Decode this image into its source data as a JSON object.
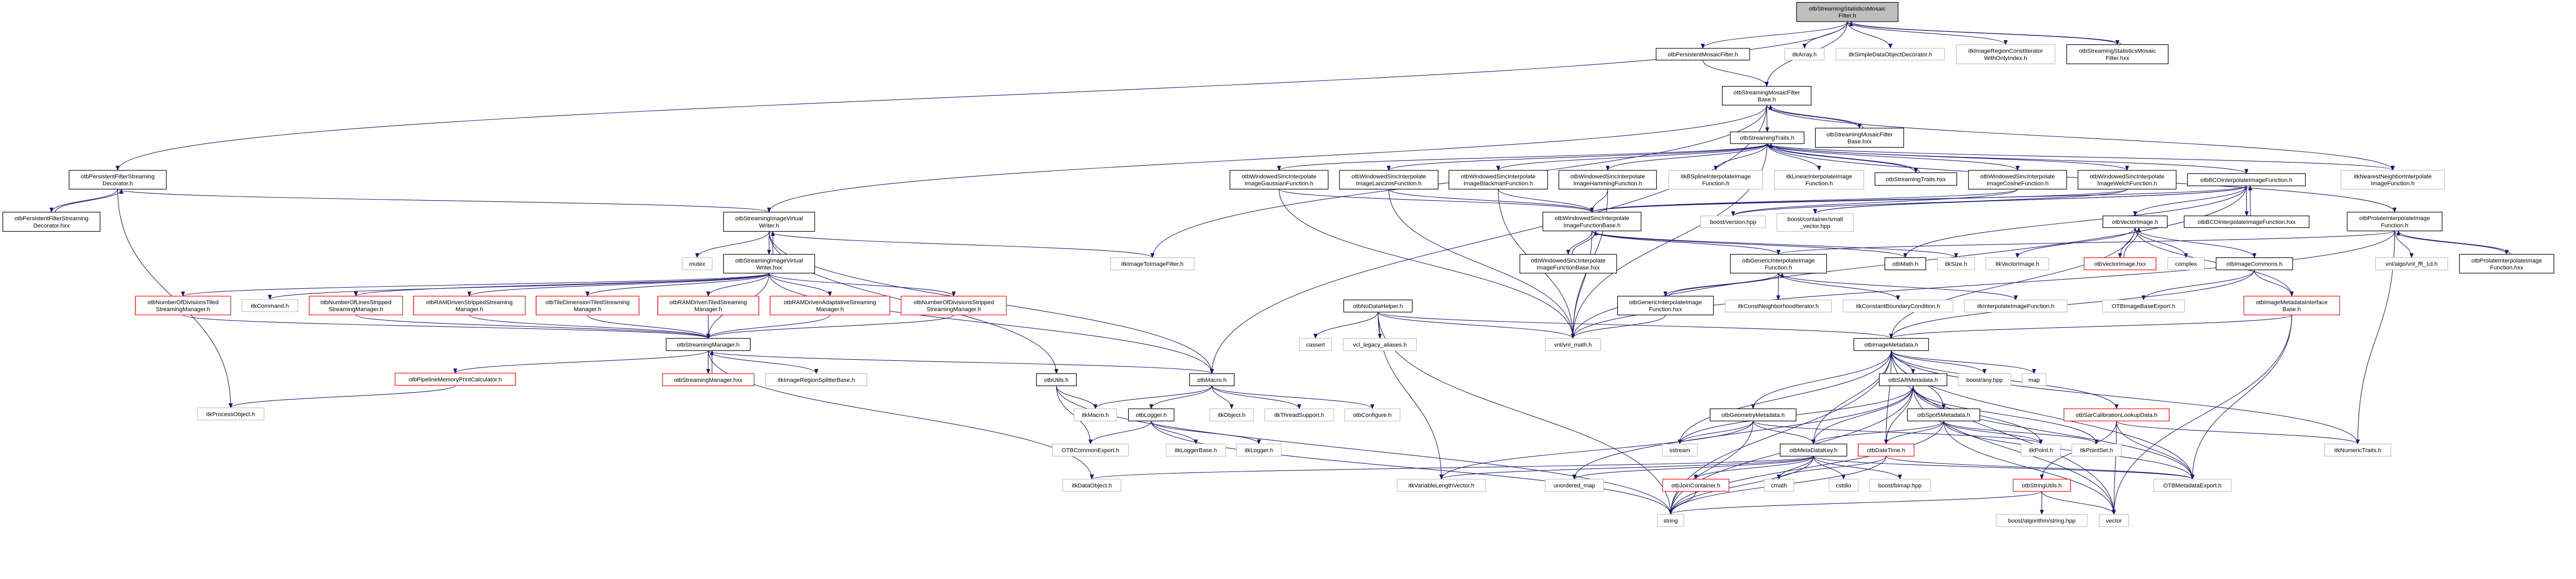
{
  "colors": {
    "edge": "#191970",
    "documented_border": "#000000",
    "external_border": "#bfbfbf",
    "truncated_border": "#ff0000",
    "root_fill": "#bfbfbf",
    "node_fill": "#ffffff"
  },
  "nodes": [
    {
      "id": "root",
      "label": [
        "otbStreamingStatisticsMosaic",
        "Filter.h"
      ],
      "kind": "root"
    },
    {
      "id": "pmf",
      "label": [
        "otbPersistentMosaicFilter.h"
      ],
      "kind": "doc"
    },
    {
      "id": "arr",
      "label": [
        "itkArray.h"
      ],
      "kind": "ext"
    },
    {
      "id": "sdod",
      "label": [
        "itkSimpleDataObjectDecorator.h"
      ],
      "kind": "ext"
    },
    {
      "id": "iter",
      "label": [
        "itkImageRegionConstIterator",
        "WithOnlyIndex.h"
      ],
      "kind": "ext"
    },
    {
      "id": "ssmhxx",
      "label": [
        "otbStreamingStatisticsMosaic",
        "Filter.hxx"
      ],
      "kind": "doc"
    },
    {
      "id": "smfb",
      "label": [
        "otbStreamingMosaicFilter",
        "Base.h"
      ],
      "kind": "doc"
    },
    {
      "id": "smfbx",
      "label": [
        "otbStreamingMosaicFilter",
        "Base.hxx"
      ],
      "kind": "doc"
    },
    {
      "id": "st",
      "label": [
        "otbStreamingTraits.h"
      ],
      "kind": "doc"
    },
    {
      "id": "pfsd",
      "label": [
        "otbPersistentFilterStreaming",
        "Decorator.h"
      ],
      "kind": "doc"
    },
    {
      "id": "pfsdx",
      "label": [
        "otbPersistentFilterStreaming",
        "Decorator.hxx"
      ],
      "kind": "doc"
    },
    {
      "id": "gauss",
      "label": [
        "otbWindowedSincInterpolate",
        "ImageGaussianFunction.h"
      ],
      "kind": "doc"
    },
    {
      "id": "lanczos",
      "label": [
        "otbWindowedSincInterpolate",
        "ImageLanczosFunction.h"
      ],
      "kind": "doc"
    },
    {
      "id": "blackman",
      "label": [
        "otbWindowedSincInterpolate",
        "ImageBlackmanFunction.h"
      ],
      "kind": "doc"
    },
    {
      "id": "hamming",
      "label": [
        "otbWindowedSincInterpolate",
        "ImageHammingFunction.h"
      ],
      "kind": "doc"
    },
    {
      "id": "bspline",
      "label": [
        "itkBSplineInterpolateImage",
        "Function.h"
      ],
      "kind": "ext"
    },
    {
      "id": "linear",
      "label": [
        "itkLinearInterpolateImage",
        "Function.h"
      ],
      "kind": "ext"
    },
    {
      "id": "sthxx",
      "label": [
        "otbStreamingTraits.hxx"
      ],
      "kind": "doc"
    },
    {
      "id": "cosine",
      "label": [
        "otbWindowedSincInterpolate",
        "ImageCosineFunction.h"
      ],
      "kind": "doc"
    },
    {
      "id": "welch",
      "label": [
        "otbWindowedSincInterpolate",
        "ImageWelchFunction.h"
      ],
      "kind": "doc"
    },
    {
      "id": "bco",
      "label": [
        "otbBCOInterpolateImageFunction.h"
      ],
      "kind": "doc"
    },
    {
      "id": "nn",
      "label": [
        "itkNearestNeighborInterpolate",
        "ImageFunction.h"
      ],
      "kind": "ext"
    },
    {
      "id": "wsfb",
      "label": [
        "otbWindowedSincInterpolate",
        "ImageFunctionBase.h"
      ],
      "kind": "doc"
    },
    {
      "id": "wsfbx",
      "label": [
        "otbWindowedSincInterpolate",
        "ImageFunctionBase.hxx"
      ],
      "kind": "doc"
    },
    {
      "id": "bver",
      "label": [
        "boost/version.hpp"
      ],
      "kind": "ext"
    },
    {
      "id": "bsv",
      "label": [
        "boost/container/small",
        "_vector.hpp"
      ],
      "kind": "ext"
    },
    {
      "id": "vimg",
      "label": [
        "otbVectorImage.h"
      ],
      "kind": "doc"
    },
    {
      "id": "bcohxx",
      "label": [
        "otbBCOInterpolateImageFunction.hxx"
      ],
      "kind": "doc"
    },
    {
      "id": "prolate",
      "label": [
        "otbProlateInterpolateImage",
        "Function.h"
      ],
      "kind": "doc"
    },
    {
      "id": "gif",
      "label": [
        "otbGenericInterpolateImage",
        "Function.h"
      ],
      "kind": "doc"
    },
    {
      "id": "math",
      "label": [
        "otbMath.h"
      ],
      "kind": "doc"
    },
    {
      "id": "size",
      "label": [
        "itkSize.h"
      ],
      "kind": "ext"
    },
    {
      "id": "itkvimg",
      "label": [
        "itkVectorImage.h"
      ],
      "kind": "ext"
    },
    {
      "id": "vimghxx",
      "label": [
        "otbVectorImage.hxx"
      ],
      "kind": "red"
    },
    {
      "id": "complex",
      "label": [
        "complex"
      ],
      "kind": "ext"
    },
    {
      "id": "icommons",
      "label": [
        "otbImageCommons.h"
      ],
      "kind": "doc"
    },
    {
      "id": "fft",
      "label": [
        "vnl/algo/vnl_fft_1d.h"
      ],
      "kind": "ext"
    },
    {
      "id": "prolatehxx",
      "label": [
        "otbProlateInterpolateImage",
        "Function.hxx"
      ],
      "kind": "doc"
    },
    {
      "id": "siw",
      "label": [
        "otbStreamingImageVirtual",
        "Writer.h"
      ],
      "kind": "doc"
    },
    {
      "id": "siwx",
      "label": [
        "otbStreamingImageVirtual",
        "Writer.hxx"
      ],
      "kind": "doc"
    },
    {
      "id": "mutex",
      "label": [
        "mutex"
      ],
      "kind": "ext"
    },
    {
      "id": "i2i",
      "label": [
        "itkImageToImageFilter.h"
      ],
      "kind": "ext"
    },
    {
      "id": "ndt",
      "label": [
        "otbNumberOfDivisionsTiled",
        "StreamingManager.h"
      ],
      "kind": "red"
    },
    {
      "id": "cmd",
      "label": [
        "itkCommand.h"
      ],
      "kind": "ext"
    },
    {
      "id": "nls",
      "label": [
        "otbNumberOfLinesStripped",
        "StreamingManager.h"
      ],
      "kind": "red"
    },
    {
      "id": "rams",
      "label": [
        "otbRAMDrivenStrippedStreaming",
        "Manager.h"
      ],
      "kind": "red"
    },
    {
      "id": "tdt",
      "label": [
        "otbTileDimensionTiledStreaming",
        "Manager.h"
      ],
      "kind": "red"
    },
    {
      "id": "ramt",
      "label": [
        "otbRAMDrivenTiledStreaming",
        "Manager.h"
      ],
      "kind": "red"
    },
    {
      "id": "rama",
      "label": [
        "otbRAMDrivenAdaptativeStreaming",
        "Manager.h"
      ],
      "kind": "red"
    },
    {
      "id": "nds",
      "label": [
        "otbNumberOfDivisionsStripped",
        "StreamingManager.h"
      ],
      "kind": "red"
    },
    {
      "id": "gifhxx",
      "label": [
        "otbGenericInterpolateImage",
        "Function.hxx"
      ],
      "kind": "doc"
    },
    {
      "id": "cni",
      "label": [
        "itkConstNeighborhoodIterator.h"
      ],
      "kind": "ext"
    },
    {
      "id": "cbc",
      "label": [
        "itkConstantBoundaryCondition.h"
      ],
      "kind": "ext"
    },
    {
      "id": "iif",
      "label": [
        "itkInterpolateImageFunction.h"
      ],
      "kind": "ext"
    },
    {
      "id": "ibe",
      "label": [
        "OTBImageBaseExport.h"
      ],
      "kind": "ext"
    },
    {
      "id": "imib",
      "label": [
        "otbImageMetadataInterface",
        "Base.h"
      ],
      "kind": "red"
    },
    {
      "id": "ndh",
      "label": [
        "otbNoDataHelper.h"
      ],
      "kind": "doc"
    },
    {
      "id": "sm",
      "label": [
        "otbStreamingManager.h"
      ],
      "kind": "doc"
    },
    {
      "id": "cassert",
      "label": [
        "cassert"
      ],
      "kind": "ext"
    },
    {
      "id": "vcl",
      "label": [
        "vcl_legacy_aliases.h"
      ],
      "kind": "ext"
    },
    {
      "id": "vnl",
      "label": [
        "vnl/vnl_math.h"
      ],
      "kind": "ext"
    },
    {
      "id": "imd",
      "label": [
        "otbImageMetadata.h"
      ],
      "kind": "doc"
    },
    {
      "id": "smx",
      "label": [
        "otbStreamingManager.hxx"
      ],
      "kind": "red"
    },
    {
      "id": "irs",
      "label": [
        "itkImageRegionSplitterBase.h"
      ],
      "kind": "ext"
    },
    {
      "id": "utils",
      "label": [
        "otbUtils.h"
      ],
      "kind": "doc"
    },
    {
      "id": "macro",
      "label": [
        "otbMacro.h"
      ],
      "kind": "doc"
    },
    {
      "id": "sar",
      "label": [
        "otbSARMetadata.h"
      ],
      "kind": "doc"
    },
    {
      "id": "bany",
      "label": [
        "boost/any.hpp"
      ],
      "kind": "ext"
    },
    {
      "id": "map",
      "label": [
        "map"
      ],
      "kind": "ext"
    },
    {
      "id": "pmpc",
      "label": [
        "otbPipelineMemoryPrintCalculator.h"
      ],
      "kind": "red"
    },
    {
      "id": "itkmacro",
      "label": [
        "itkMacro.h"
      ],
      "kind": "ext"
    },
    {
      "id": "logger",
      "label": [
        "otbLogger.h"
      ],
      "kind": "doc"
    },
    {
      "id": "itkobj",
      "label": [
        "itkObject.h"
      ],
      "kind": "ext"
    },
    {
      "id": "thread",
      "label": [
        "itkThreadSupport.h"
      ],
      "kind": "ext"
    },
    {
      "id": "config",
      "label": [
        "otbConfigure.h"
      ],
      "kind": "ext"
    },
    {
      "id": "geom",
      "label": [
        "otbGeometryMetadata.h"
      ],
      "kind": "doc"
    },
    {
      "id": "spot5",
      "label": [
        "otbSpot5Metadata.h"
      ],
      "kind": "doc"
    },
    {
      "id": "sarcal",
      "label": [
        "otbSarCalibrationLookupData.h"
      ],
      "kind": "red"
    },
    {
      "id": "proc",
      "label": [
        "itkProcessObject.h"
      ],
      "kind": "ext"
    },
    {
      "id": "commexp",
      "label": [
        "OTBCommonExport.h"
      ],
      "kind": "ext"
    },
    {
      "id": "logbase",
      "label": [
        "itkLoggerBase.h"
      ],
      "kind": "ext"
    },
    {
      "id": "itklogger",
      "label": [
        "itkLogger.h"
      ],
      "kind": "ext"
    },
    {
      "id": "sstream",
      "label": [
        "sstream"
      ],
      "kind": "ext"
    },
    {
      "id": "mdk",
      "label": [
        "otbMetaDataKey.h"
      ],
      "kind": "doc"
    },
    {
      "id": "dt",
      "label": [
        "otbDateTime.h"
      ],
      "kind": "red"
    },
    {
      "id": "point",
      "label": [
        "itkPoint.h"
      ],
      "kind": "ext"
    },
    {
      "id": "pset",
      "label": [
        "itkPointSet.h"
      ],
      "kind": "ext"
    },
    {
      "id": "numtr",
      "label": [
        "itkNumericTraits.h"
      ],
      "kind": "ext"
    },
    {
      "id": "dobj",
      "label": [
        "itkDataObject.h"
      ],
      "kind": "ext"
    },
    {
      "id": "vlv",
      "label": [
        "itkVariableLengthVector.h"
      ],
      "kind": "ext"
    },
    {
      "id": "umap",
      "label": [
        "unordered_map"
      ],
      "kind": "ext"
    },
    {
      "id": "join",
      "label": [
        "otbJoinContainer.h"
      ],
      "kind": "red"
    },
    {
      "id": "cmath",
      "label": [
        "cmath"
      ],
      "kind": "ext"
    },
    {
      "id": "cstdio",
      "label": [
        "cstdio"
      ],
      "kind": "ext"
    },
    {
      "id": "bimap",
      "label": [
        "boost/bimap.hpp"
      ],
      "kind": "ext"
    },
    {
      "id": "stru",
      "label": [
        "otbStringUtils.h"
      ],
      "kind": "red"
    },
    {
      "id": "mdexp",
      "label": [
        "OTBMetadataExport.h"
      ],
      "kind": "ext"
    },
    {
      "id": "string",
      "label": [
        "string"
      ],
      "kind": "ext"
    },
    {
      "id": "balg",
      "label": [
        "boost/algorithm/string.hpp"
      ],
      "kind": "ext"
    },
    {
      "id": "vector",
      "label": [
        "vector"
      ],
      "kind": "ext"
    }
  ],
  "edges": [
    [
      "root",
      "pmf"
    ],
    [
      "root",
      "arr"
    ],
    [
      "root",
      "sdod"
    ],
    [
      "root",
      "iter"
    ],
    [
      "root",
      "ssmhxx"
    ],
    [
      "ssmhxx",
      "root"
    ],
    [
      "root",
      "smfb"
    ],
    [
      "root",
      "pfsd"
    ],
    [
      "pmf",
      "smfb"
    ],
    [
      "smfb",
      "st"
    ],
    [
      "smfb",
      "smfbx"
    ],
    [
      "smfbx",
      "smfb"
    ],
    [
      "smfb",
      "i2i"
    ],
    [
      "smfb",
      "nn"
    ],
    [
      "smfb",
      "macro"
    ],
    [
      "smfb",
      "siw"
    ],
    [
      "st",
      "gauss"
    ],
    [
      "st",
      "lanczos"
    ],
    [
      "st",
      "blackman"
    ],
    [
      "st",
      "hamming"
    ],
    [
      "st",
      "bspline"
    ],
    [
      "st",
      "linear"
    ],
    [
      "st",
      "sthxx"
    ],
    [
      "sthxx",
      "st"
    ],
    [
      "st",
      "cosine"
    ],
    [
      "st",
      "welch"
    ],
    [
      "st",
      "bco"
    ],
    [
      "st",
      "nn"
    ],
    [
      "st",
      "prolate"
    ],
    [
      "st",
      "vnl"
    ],
    [
      "gauss",
      "wsfb"
    ],
    [
      "lanczos",
      "wsfb"
    ],
    [
      "blackman",
      "wsfb"
    ],
    [
      "hamming",
      "wsfb"
    ],
    [
      "cosine",
      "wsfb"
    ],
    [
      "welch",
      "wsfb"
    ],
    [
      "gauss",
      "vnl"
    ],
    [
      "lanczos",
      "vnl"
    ],
    [
      "blackman",
      "vnl"
    ],
    [
      "hamming",
      "vnl"
    ],
    [
      "cosine",
      "bver"
    ],
    [
      "welch",
      "bsv"
    ],
    [
      "wsfb",
      "wsfbx"
    ],
    [
      "wsfbx",
      "wsfb"
    ],
    [
      "wsfb",
      "gif"
    ],
    [
      "wsfb",
      "math"
    ],
    [
      "wsfb",
      "size"
    ],
    [
      "wsfb",
      "vnl"
    ],
    [
      "bco",
      "vimg"
    ],
    [
      "bco",
      "bcohxx"
    ],
    [
      "bcohxx",
      "bco"
    ],
    [
      "bco",
      "bver"
    ],
    [
      "bco",
      "bsv"
    ],
    [
      "bco",
      "math"
    ],
    [
      "bco",
      "vnl"
    ],
    [
      "bco",
      "wsfb"
    ],
    [
      "prolate",
      "fft"
    ],
    [
      "prolate",
      "prolatehxx"
    ],
    [
      "prolatehxx",
      "prolate"
    ],
    [
      "prolate",
      "gif"
    ],
    [
      "prolate",
      "numtr"
    ],
    [
      "prolate",
      "vnl"
    ],
    [
      "vimg",
      "itkvimg"
    ],
    [
      "vimg",
      "vimghxx"
    ],
    [
      "vimghxx",
      "vimg"
    ],
    [
      "vimg",
      "complex"
    ],
    [
      "vimg",
      "icommons"
    ],
    [
      "vimg",
      "imd"
    ],
    [
      "vimg",
      "imib"
    ],
    [
      "icommons",
      "ibe"
    ],
    [
      "icommons",
      "imib"
    ],
    [
      "icommons",
      "imd"
    ],
    [
      "gif",
      "gifhxx"
    ],
    [
      "gifhxx",
      "gif"
    ],
    [
      "gif",
      "cni"
    ],
    [
      "gif",
      "cbc"
    ],
    [
      "gif",
      "iif"
    ],
    [
      "gifhxx",
      "vnl"
    ],
    [
      "pfsd",
      "pfsdx"
    ],
    [
      "pfsdx",
      "pfsd"
    ],
    [
      "pfsd",
      "siw"
    ],
    [
      "pfsd",
      "proc"
    ],
    [
      "siw",
      "mutex"
    ],
    [
      "siw",
      "siwx"
    ],
    [
      "siwx",
      "siw"
    ],
    [
      "siw",
      "i2i"
    ],
    [
      "siw",
      "macro"
    ],
    [
      "siw",
      "utils"
    ],
    [
      "siwx",
      "ndt"
    ],
    [
      "siwx",
      "cmd"
    ],
    [
      "siwx",
      "nls"
    ],
    [
      "siwx",
      "rams"
    ],
    [
      "siwx",
      "tdt"
    ],
    [
      "siwx",
      "ramt"
    ],
    [
      "siwx",
      "rama"
    ],
    [
      "siwx",
      "nds"
    ],
    [
      "siwx",
      "sm"
    ],
    [
      "siwx",
      "macro"
    ],
    [
      "ndt",
      "sm"
    ],
    [
      "nls",
      "sm"
    ],
    [
      "rams",
      "sm"
    ],
    [
      "tdt",
      "sm"
    ],
    [
      "ramt",
      "sm"
    ],
    [
      "rama",
      "sm"
    ],
    [
      "nds",
      "sm"
    ],
    [
      "sm",
      "smx"
    ],
    [
      "smx",
      "sm"
    ],
    [
      "sm",
      "irs"
    ],
    [
      "sm",
      "macro"
    ],
    [
      "sm",
      "pmpc"
    ],
    [
      "sm",
      "dobj"
    ],
    [
      "pmpc",
      "proc"
    ],
    [
      "utils",
      "itkmacro"
    ],
    [
      "utils",
      "commexp"
    ],
    [
      "utils",
      "string"
    ],
    [
      "macro",
      "itkmacro"
    ],
    [
      "macro",
      "logger"
    ],
    [
      "macro",
      "itkobj"
    ],
    [
      "macro",
      "thread"
    ],
    [
      "macro",
      "config"
    ],
    [
      "logger",
      "commexp"
    ],
    [
      "logger",
      "logbase"
    ],
    [
      "logger",
      "itklogger"
    ],
    [
      "logger",
      "string"
    ],
    [
      "ndh",
      "cassert"
    ],
    [
      "ndh",
      "vcl"
    ],
    [
      "ndh",
      "vnl"
    ],
    [
      "ndh",
      "vlv"
    ],
    [
      "ndh",
      "string"
    ],
    [
      "ndh",
      "imd"
    ],
    [
      "imd",
      "sar"
    ],
    [
      "imd",
      "geom"
    ],
    [
      "imd",
      "mdk"
    ],
    [
      "imd",
      "bany"
    ],
    [
      "imd",
      "map"
    ],
    [
      "imd",
      "mdexp"
    ],
    [
      "imd",
      "string"
    ],
    [
      "imd",
      "vector"
    ],
    [
      "imd",
      "dt"
    ],
    [
      "imd",
      "spot5"
    ],
    [
      "imd",
      "sarcal"
    ],
    [
      "imd",
      "numtr"
    ],
    [
      "imd",
      "sstream"
    ],
    [
      "imib",
      "imd"
    ],
    [
      "imib",
      "mdexp"
    ],
    [
      "imib",
      "vector"
    ],
    [
      "sar",
      "mdk"
    ],
    [
      "sar",
      "dt"
    ],
    [
      "sar",
      "point"
    ],
    [
      "sar",
      "pset"
    ],
    [
      "sar",
      "mdexp"
    ],
    [
      "sar",
      "string"
    ],
    [
      "sar",
      "vector"
    ],
    [
      "sar",
      "sstream"
    ],
    [
      "sar",
      "umap"
    ],
    [
      "geom",
      "mdk"
    ],
    [
      "geom",
      "sstream"
    ],
    [
      "geom",
      "string"
    ],
    [
      "geom",
      "vlv"
    ],
    [
      "geom",
      "point"
    ],
    [
      "spot5",
      "mdk"
    ],
    [
      "spot5",
      "dt"
    ],
    [
      "spot5",
      "point"
    ],
    [
      "spot5",
      "pset"
    ],
    [
      "spot5",
      "mdexp"
    ],
    [
      "spot5",
      "string"
    ],
    [
      "spot5",
      "vector"
    ],
    [
      "sarcal",
      "numtr"
    ],
    [
      "sarcal",
      "mdexp"
    ],
    [
      "sarcal",
      "stru"
    ],
    [
      "sarcal",
      "vector"
    ],
    [
      "mdk",
      "join"
    ],
    [
      "mdk",
      "cmath"
    ],
    [
      "mdk",
      "cstdio"
    ],
    [
      "mdk",
      "bimap"
    ],
    [
      "mdk",
      "vlv"
    ],
    [
      "mdk",
      "umap"
    ],
    [
      "mdk",
      "mdexp"
    ],
    [
      "mdk",
      "string"
    ],
    [
      "mdk",
      "dobj"
    ],
    [
      "dt",
      "cmath"
    ],
    [
      "dt",
      "string"
    ],
    [
      "dt",
      "mdexp"
    ],
    [
      "join",
      "string"
    ],
    [
      "stru",
      "balg"
    ],
    [
      "stru",
      "vector"
    ],
    [
      "stru",
      "string"
    ]
  ]
}
